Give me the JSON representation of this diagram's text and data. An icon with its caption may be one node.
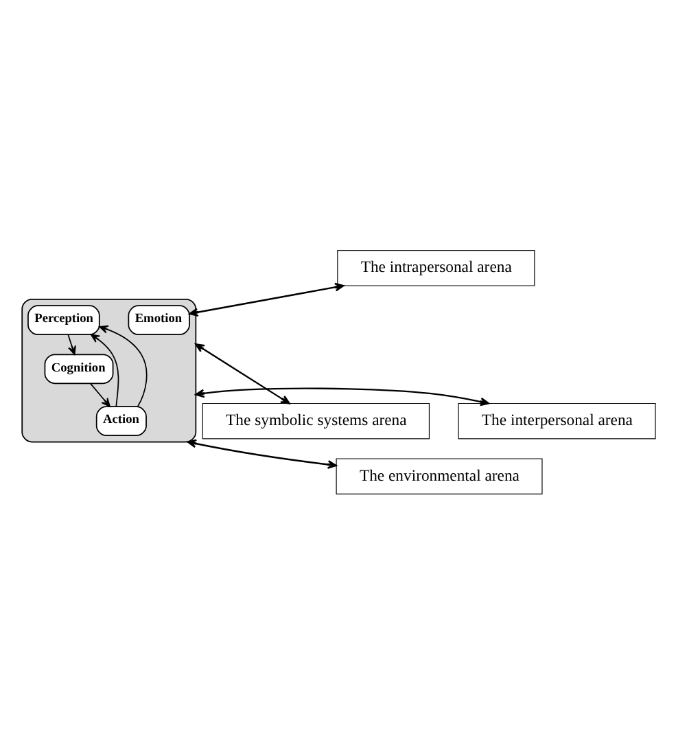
{
  "diagram": {
    "nodes": [
      {
        "text": [
          "The intrapersonal arena"
        ]
      },
      {
        "text": [
          "The symbolic systems arena"
        ]
      },
      {
        "text": [],
        "shape": "box"
      },
      {
        "text": [
          "Emotion"
        ],
        "in": 2
      },
      {
        "text": [
          "Perception"
        ],
        "in": 2
      },
      {
        "text": [
          "Cognition"
        ],
        "in": 2
      },
      {
        "text": [
          "Action"
        ],
        "in": 2
      },
      {
        "text": [
          "The interpersonal arena"
        ]
      },
      {
        "text": [
          "The environmental arena"
        ]
      }
    ],
    "edges": [
      {
        "from": 0,
        "to": 3,
        "arrow": "both"
      },
      {
        "from": 1,
        "to": 2,
        "arrow": "both"
      },
      {
        "from": 2,
        "to": 7,
        "arrow": "both"
      },
      {
        "from": 2,
        "to": 8,
        "arrow": "both"
      },
      {
        "from": 4,
        "to": 5,
        "arrow": "to"
      },
      {
        "from": 5,
        "to": 6,
        "arrow": "to"
      },
      {
        "from": 6,
        "to": 4,
        "arrow": "to"
      },
      {
        "from": 6,
        "to": 4,
        "arrow": "to"
      }
    ]
  }
}
